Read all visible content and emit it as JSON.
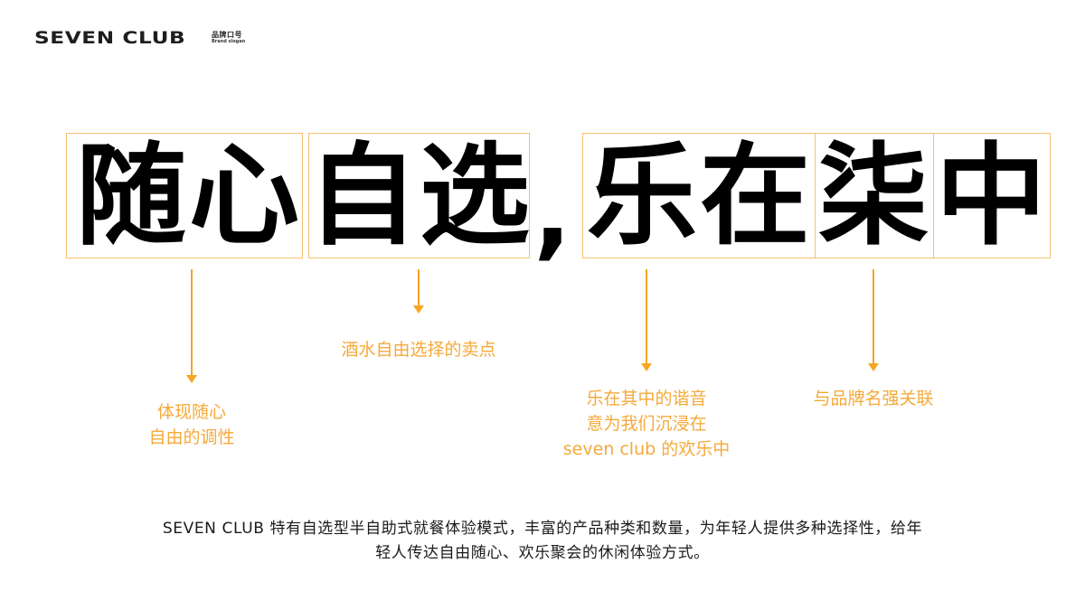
{
  "logo": {
    "main": "SEVEN CLUB",
    "sub_cn": "品牌口号",
    "sub_en": "Brand slogan"
  },
  "slogan": {
    "chars": [
      "随",
      "心",
      "自",
      "选",
      "乐",
      "在",
      "柒",
      "中"
    ],
    "comma": ",",
    "full_text": "随心自选，乐在柒中"
  },
  "annotations": [
    {
      "target": "随心",
      "lines": [
        "体现随心",
        "自由的调性"
      ]
    },
    {
      "target": "自选",
      "lines": [
        "酒水自由选择的卖点"
      ]
    },
    {
      "target": "乐在柒中",
      "lines": [
        "乐在其中的谐音",
        "意为我们沉浸在",
        "seven club 的欢乐中"
      ]
    },
    {
      "target": "柒",
      "lines": [
        "与品牌名强关联"
      ]
    }
  ],
  "description": {
    "line1": "SEVEN CLUB 特有自选型半自助式就餐体验模式，丰富的产品种类和数量，为年轻人提供多种选择性，给年",
    "line2": "轻人传达自由随心、欢乐聚会的休闲体验方式。"
  },
  "colors": {
    "accent": "#F6A623",
    "annotation_text": "#F5A93A",
    "box_border": "#F6C171",
    "headline": "#000000",
    "body_text": "#1a1a1a"
  }
}
